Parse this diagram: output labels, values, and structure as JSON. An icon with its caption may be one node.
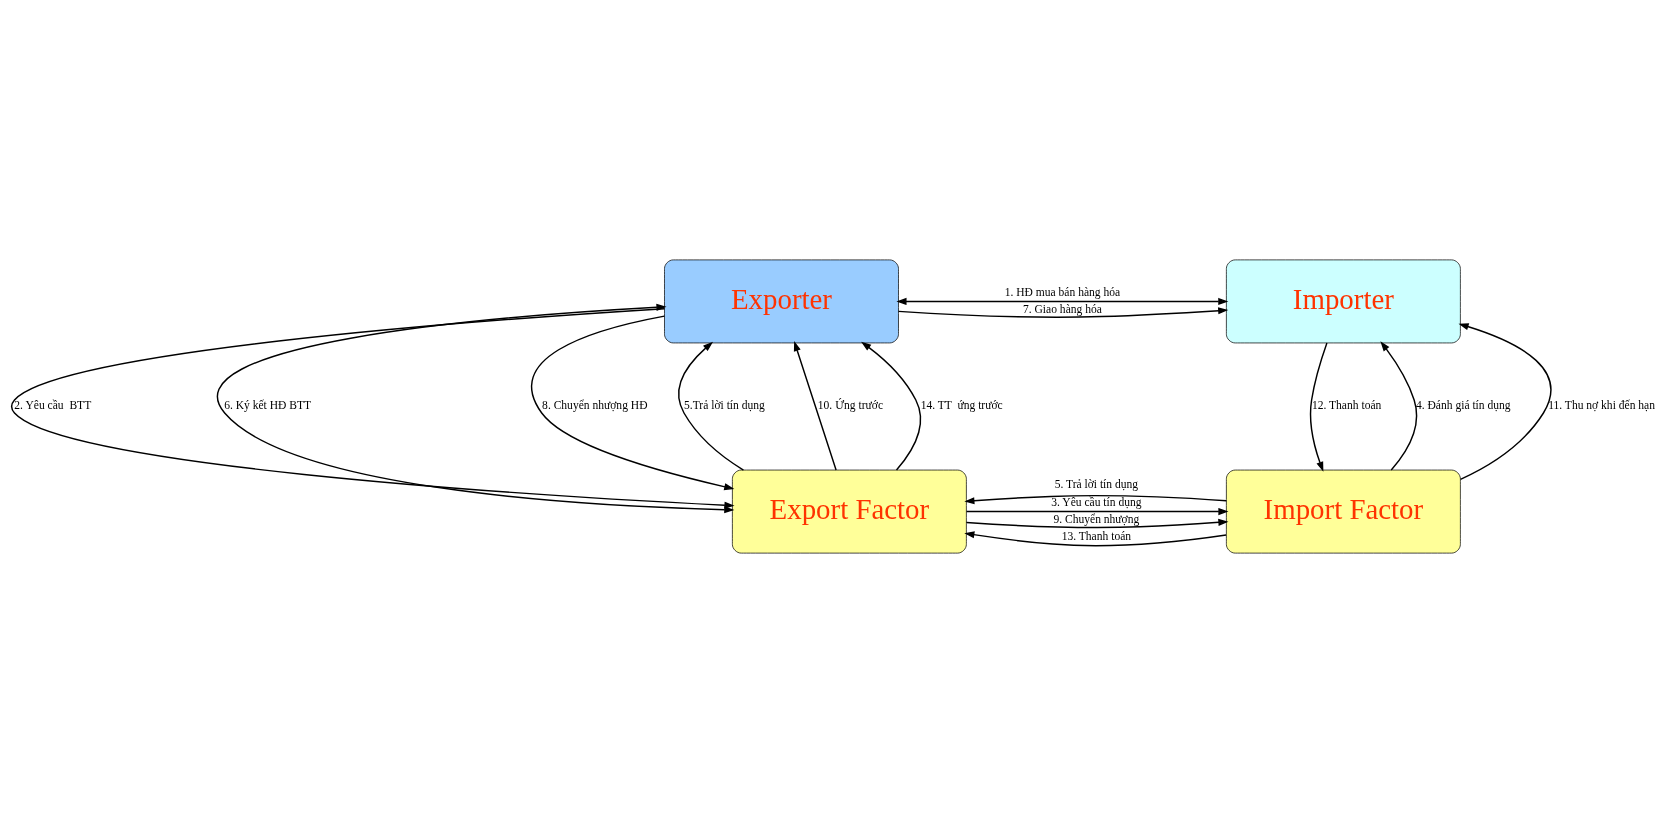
{
  "diagram": {
    "nodes": [
      {
        "text": [
          "Exporter"
        ]
      },
      {
        "text": [
          "Importer"
        ]
      },
      {
        "text": [
          "Export Factor"
        ]
      },
      {
        "text": [
          "Import Factor"
        ]
      }
    ],
    "edges": [
      {
        "from": 0,
        "to": 1,
        "arrow": "both",
        "label": "1. HĐ mua bán hàng hóa"
      },
      {
        "from": 0,
        "to": 1,
        "arrow": "to",
        "label": "7. Giao hàng hóa"
      },
      {
        "from": 0,
        "to": 2,
        "arrow": "to",
        "label": "2. Yêu cầu  BTT"
      },
      {
        "from": 2,
        "to": 0,
        "arrow": "to",
        "label": "5.Trả lời tín dụng"
      },
      {
        "from": 0,
        "to": 2,
        "arrow": "both",
        "label": "6. Ký kết HĐ BTT"
      },
      {
        "from": 0,
        "to": 2,
        "arrow": "to",
        "label": "8. Chuyển nhượng HĐ"
      },
      {
        "from": 2,
        "to": 0,
        "arrow": "to",
        "label": "10. Ứng trước"
      },
      {
        "from": 2,
        "to": 0,
        "arrow": "to",
        "label": "14. TT  ứng trước"
      },
      {
        "from": 3,
        "to": 1,
        "arrow": "to",
        "label": "4. Đánh giá tín dụng"
      },
      {
        "from": 3,
        "to": 1,
        "arrow": "to",
        "label": "11. Thu nợ khi đến hạn"
      },
      {
        "from": 1,
        "to": 3,
        "arrow": "to",
        "label": "12. Thanh toán"
      },
      {
        "from": 2,
        "to": 3,
        "arrow": "to",
        "label": "3. Yêu cầu tín dụng"
      },
      {
        "from": 3,
        "to": 2,
        "arrow": "to",
        "label": "5. Trả lời tín dụng"
      },
      {
        "from": 2,
        "to": 3,
        "arrow": "to",
        "label": "9. Chuyển nhượng"
      },
      {
        "from": 3,
        "to": 2,
        "arrow": "to",
        "label": "13. Thanh toán"
      }
    ]
  }
}
